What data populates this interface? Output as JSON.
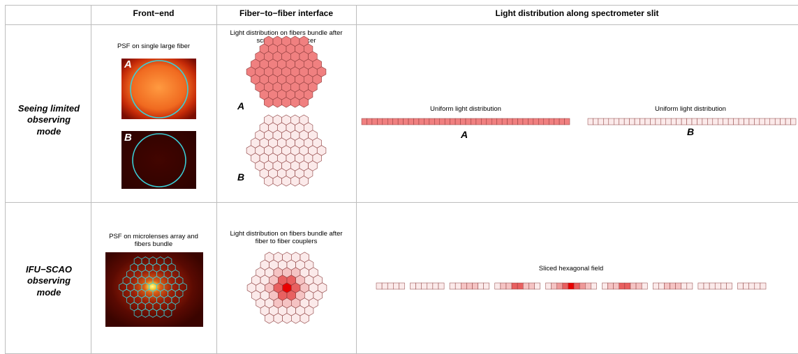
{
  "table": {
    "headers": [
      "Front−end",
      "Fiber−to−fiber interface",
      "Light distribution along spectrometer slit"
    ]
  },
  "rows": [
    {
      "mode": "Seeing limited observing mode",
      "front_end_caption": "PSF on single large fiber",
      "front_end_panels": [
        {
          "letter": "A",
          "illumination": "uniform-bright"
        },
        {
          "letter": "B",
          "illumination": "dark"
        }
      ],
      "interface_caption": "Light distribution on fibers bundle after scrambler and slicer",
      "interface_panels": [
        {
          "letter": "A",
          "fill": "#f08080"
        },
        {
          "letter": "B",
          "fill": "#fbeaea"
        }
      ],
      "slit_panels": [
        {
          "letter": "A",
          "label": "Uniform light distribution",
          "cells": 40,
          "fill": "#f08080"
        },
        {
          "letter": "B",
          "label": "Uniform light distribution",
          "cells": 40,
          "fill": "#fbeaea"
        }
      ]
    },
    {
      "mode": "IFU−SCAO observing mode",
      "front_end_caption": "PSF on microlenses array and fibers bundle",
      "interface_caption": "Light distribution on fibers bundle after fiber to fiber couplers",
      "slit_label": "Sliced hexagonal field",
      "slit_groups": [
        [
          0,
          0,
          0,
          0,
          0
        ],
        [
          0,
          0,
          0,
          0,
          0,
          0
        ],
        [
          0,
          0,
          1,
          1,
          1,
          0,
          0
        ],
        [
          0,
          1,
          1,
          3,
          3,
          1,
          1,
          0
        ],
        [
          0,
          1,
          2,
          3,
          4,
          3,
          2,
          1,
          0
        ],
        [
          0,
          1,
          1,
          3,
          3,
          1,
          1,
          0
        ],
        [
          0,
          0,
          1,
          1,
          1,
          0,
          0
        ],
        [
          0,
          0,
          0,
          0,
          0,
          0
        ],
        [
          0,
          0,
          0,
          0,
          0
        ]
      ]
    }
  ],
  "colors": {
    "hex_bright": "#f08080",
    "hex_pale": "#fbeaea",
    "hex_stroke": "#8a3a3a",
    "fiber_circle": "#3ad0d8",
    "psf_dark": "#3a0400",
    "intensity_levels": [
      "#fbeaea",
      "#f5c3c3",
      "#ee9999",
      "#e86060",
      "#e80000"
    ]
  }
}
